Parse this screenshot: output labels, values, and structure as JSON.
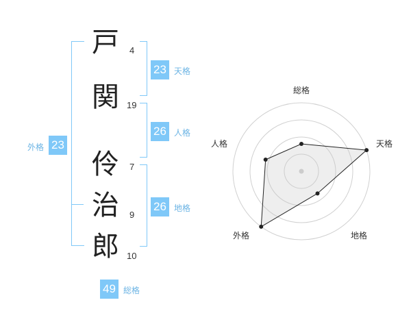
{
  "name": {
    "chars": [
      {
        "char": "戸",
        "strokes": "4"
      },
      {
        "char": "関",
        "strokes": "19"
      },
      {
        "char": "伶",
        "strokes": "7"
      },
      {
        "char": "治",
        "strokes": "9"
      },
      {
        "char": "郎",
        "strokes": "10"
      }
    ]
  },
  "fortunes": {
    "tenkaku": {
      "value": "23",
      "label": "天格"
    },
    "jinkaku": {
      "value": "26",
      "label": "人格"
    },
    "chikaku": {
      "value": "26",
      "label": "地格"
    },
    "gaikaku": {
      "value": "23",
      "label": "外格"
    },
    "soukaku": {
      "value": "49",
      "label": "総格"
    }
  },
  "colors": {
    "accent": "#7fc8f8",
    "accent_text": "#6cb4e4"
  },
  "chart_data": {
    "type": "radar",
    "axes": [
      "総格",
      "天格",
      "地格",
      "外格",
      "人格"
    ],
    "values": [
      0.4,
      1.0,
      0.4,
      1.0,
      0.55
    ],
    "rings": 4,
    "grid": true
  }
}
